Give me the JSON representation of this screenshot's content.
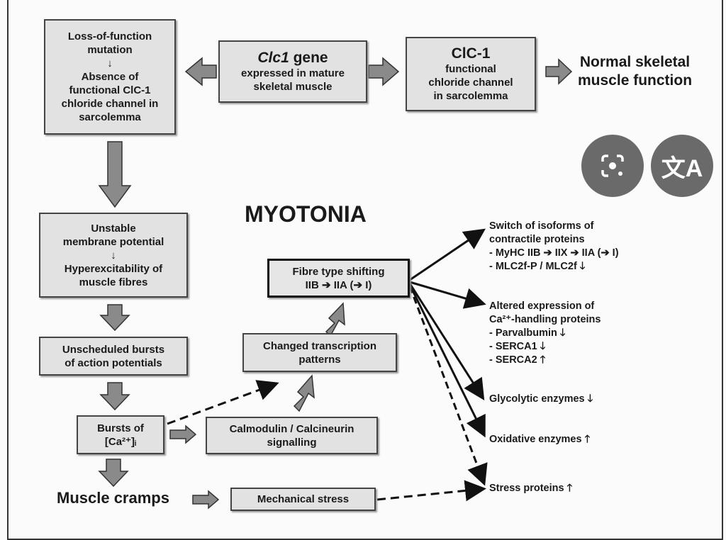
{
  "diagram": {
    "title": "MYOTONIA",
    "loss_box": [
      "Loss-of-function",
      "mutation",
      "↓",
      "Absence of",
      "functional ClC-1",
      "chloride channel in",
      "sarcolemma"
    ],
    "gene_box": {
      "name": "Clc1",
      "suffix": " gene",
      "lines": [
        "expressed in mature",
        "skeletal muscle"
      ]
    },
    "clc_box": {
      "title": "ClC-1",
      "lines": [
        "functional",
        "chloride channel",
        "in sarcolemma"
      ]
    },
    "normal_text": [
      "Normal skeletal",
      "muscle function"
    ],
    "unstable_box": [
      "Unstable",
      "membrane potential",
      "↓",
      "Hyperexcitability of",
      "muscle fibres"
    ],
    "bursts_ap_box": [
      "Unscheduled bursts",
      "of action potentials"
    ],
    "bursts_ca_box": [
      "Bursts of",
      "[Ca²⁺]ᵢ"
    ],
    "calmodulin_box": [
      "Calmodulin / Calcineurin",
      "signalling"
    ],
    "transcription_box": [
      "Changed transcription",
      "patterns"
    ],
    "fibre_box": [
      "Fibre type shifting",
      "IIB ➔ IIA (➔ I)"
    ],
    "cramps_text": "Muscle cramps",
    "mech_box": "Mechanical stress",
    "outcomes": {
      "switch": [
        "Switch of isoforms of",
        "contractile proteins",
        "- MyHC IIB ➔ IIX ➔ IIA (➔ I)",
        "- MLC2f-P / MLC2f 🡓"
      ],
      "altered": [
        "Altered expression of",
        "Ca²⁺-handling proteins",
        "-  Parvalbumin 🡓",
        "-  SERCA1 🡓",
        "-  SERCA2 🡑"
      ],
      "glycolytic": "Glycolytic enzymes 🡓",
      "oxidative": "Oxidative enzymes 🡑",
      "stress": "Stress proteins 🡑"
    }
  },
  "overlay": {
    "lens_icon": "camera-lens-icon",
    "translate_icon": "translate-icon"
  },
  "colors": {
    "box_fill": "#e2e2e2",
    "arrow_fill": "#8a8a8a",
    "overlay": "#5a5a5a"
  }
}
